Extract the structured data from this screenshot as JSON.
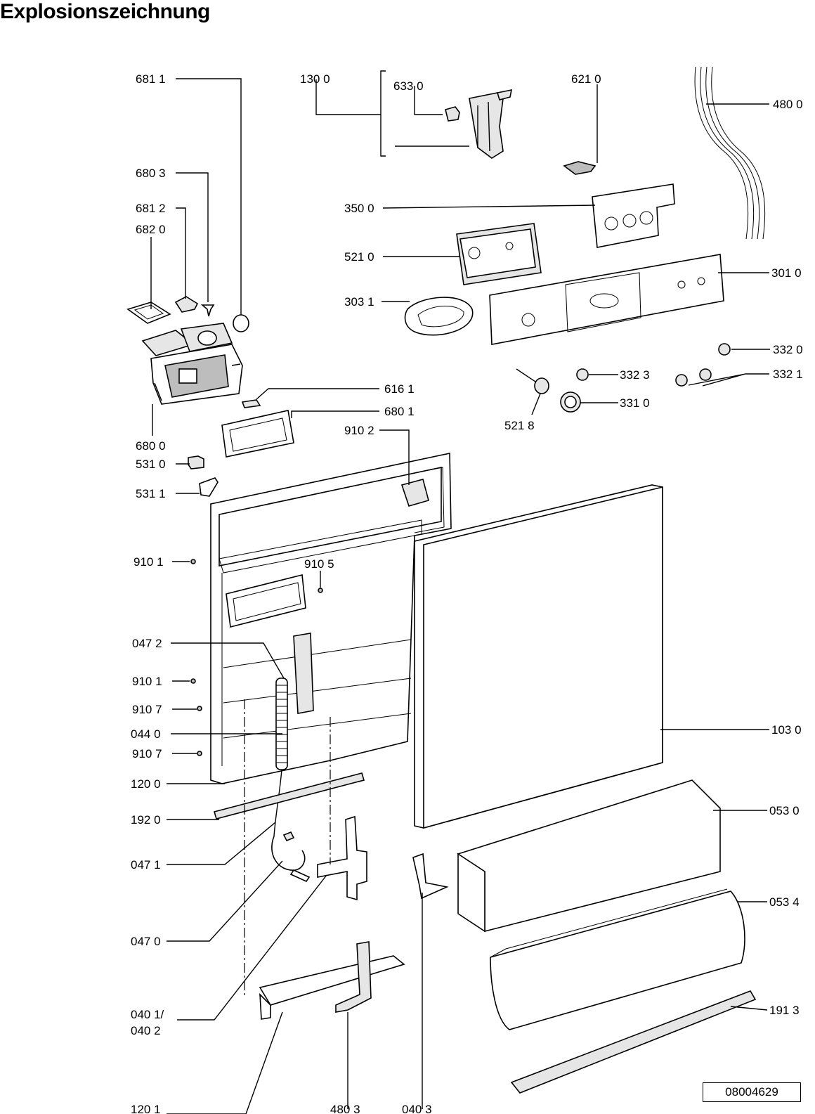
{
  "title": "Explosionszeichnung",
  "document_number": "08004629",
  "labels": {
    "l6811": "681 1",
    "l1300": "130 0",
    "l6330": "633 0",
    "l6210": "621 0",
    "l4800": "480 0",
    "l6803": "680 3",
    "l6812": "681 2",
    "l6820": "682 0",
    "l3500": "350 0",
    "l5210": "521 0",
    "l3010": "301 0",
    "l3031": "303 1",
    "l3320": "332 0",
    "l3323": "332 3",
    "l3321": "332 1",
    "l3310": "331 0",
    "l5218": "521 8",
    "l6161": "616 1",
    "l6801": "680 1",
    "l9102": "910 2",
    "l6800": "680 0",
    "l5310": "531 0",
    "l5311": "531 1",
    "l9101a": "910 1",
    "l9105": "910 5",
    "l0472": "047 2",
    "l9101b": "910 1",
    "l9107a": "910 7",
    "l0440": "044 0",
    "l9107b": "910 7",
    "l1200": "120 0",
    "l1920": "192 0",
    "l0471": "047 1",
    "l0470": "047 0",
    "l0401": "040 1/",
    "l0402": "040 2",
    "l1201": "120 1",
    "l4803": "480 3",
    "l0403": "040 3",
    "l1030": "103 0",
    "l0530": "053 0",
    "l0534": "053 4",
    "l1913": "191 3"
  }
}
